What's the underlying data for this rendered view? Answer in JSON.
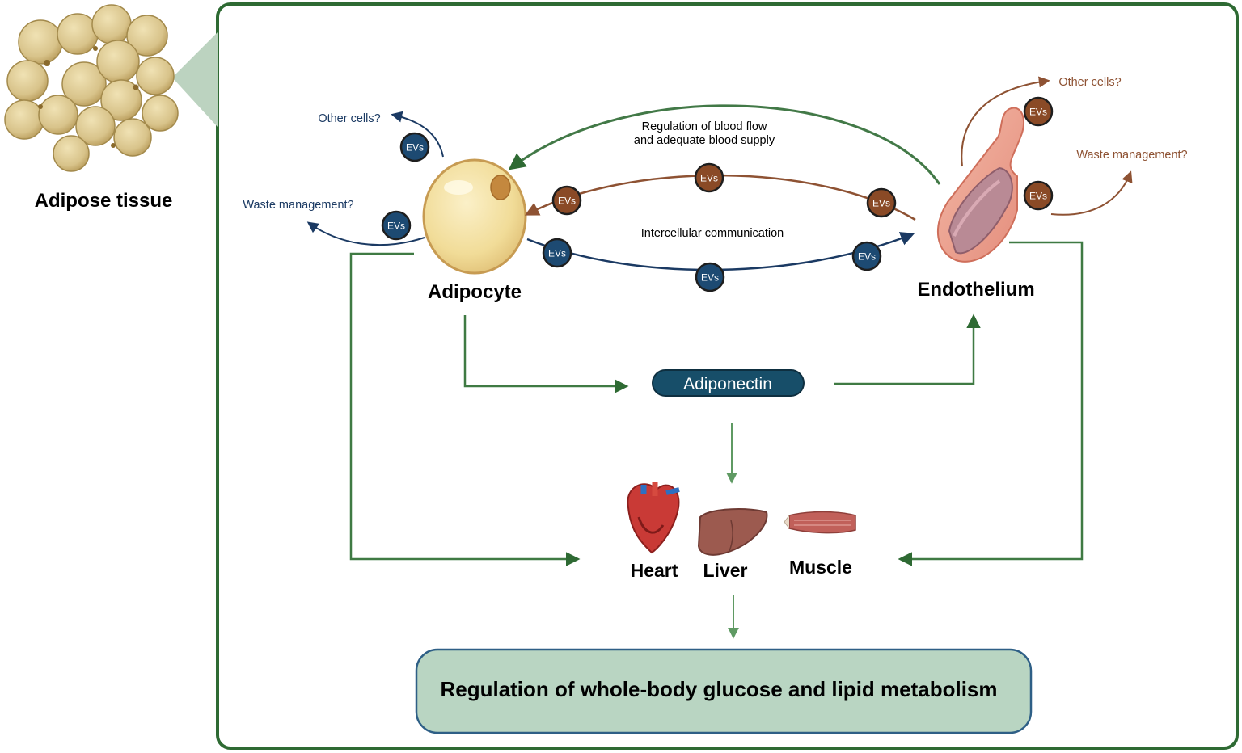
{
  "tissue_label": "Adipose tissue",
  "adipocyte_label": "Adipocyte",
  "endothelium_label": "Endothelium",
  "adiponectin_label": "Adiponectin",
  "regulation_blood_flow": [
    "Regulation of blood flow",
    "and adequate blood supply"
  ],
  "intercellular_label": "Intercellular communication",
  "adipocyte_outputs": {
    "other_cells": "Other cells?",
    "waste": "Waste management?"
  },
  "endothelium_outputs": {
    "other_cells": "Other cells?",
    "waste": "Waste management?"
  },
  "ev_label": "EVs",
  "organs": {
    "heart": "Heart",
    "liver": "Liver",
    "muscle": "Muscle"
  },
  "outcome_label": "Regulation of whole-body glucose and lipid metabolism",
  "colors": {
    "frame_green": "#2e6a33",
    "arrow_green": "#3f7a43",
    "ev_blue": "#1d4a72",
    "ev_brown": "#8a4a26",
    "adiponectin_pill": "#174e69",
    "outcome_fill": "#b9d5c2",
    "outcome_border": "#2e5f86"
  }
}
